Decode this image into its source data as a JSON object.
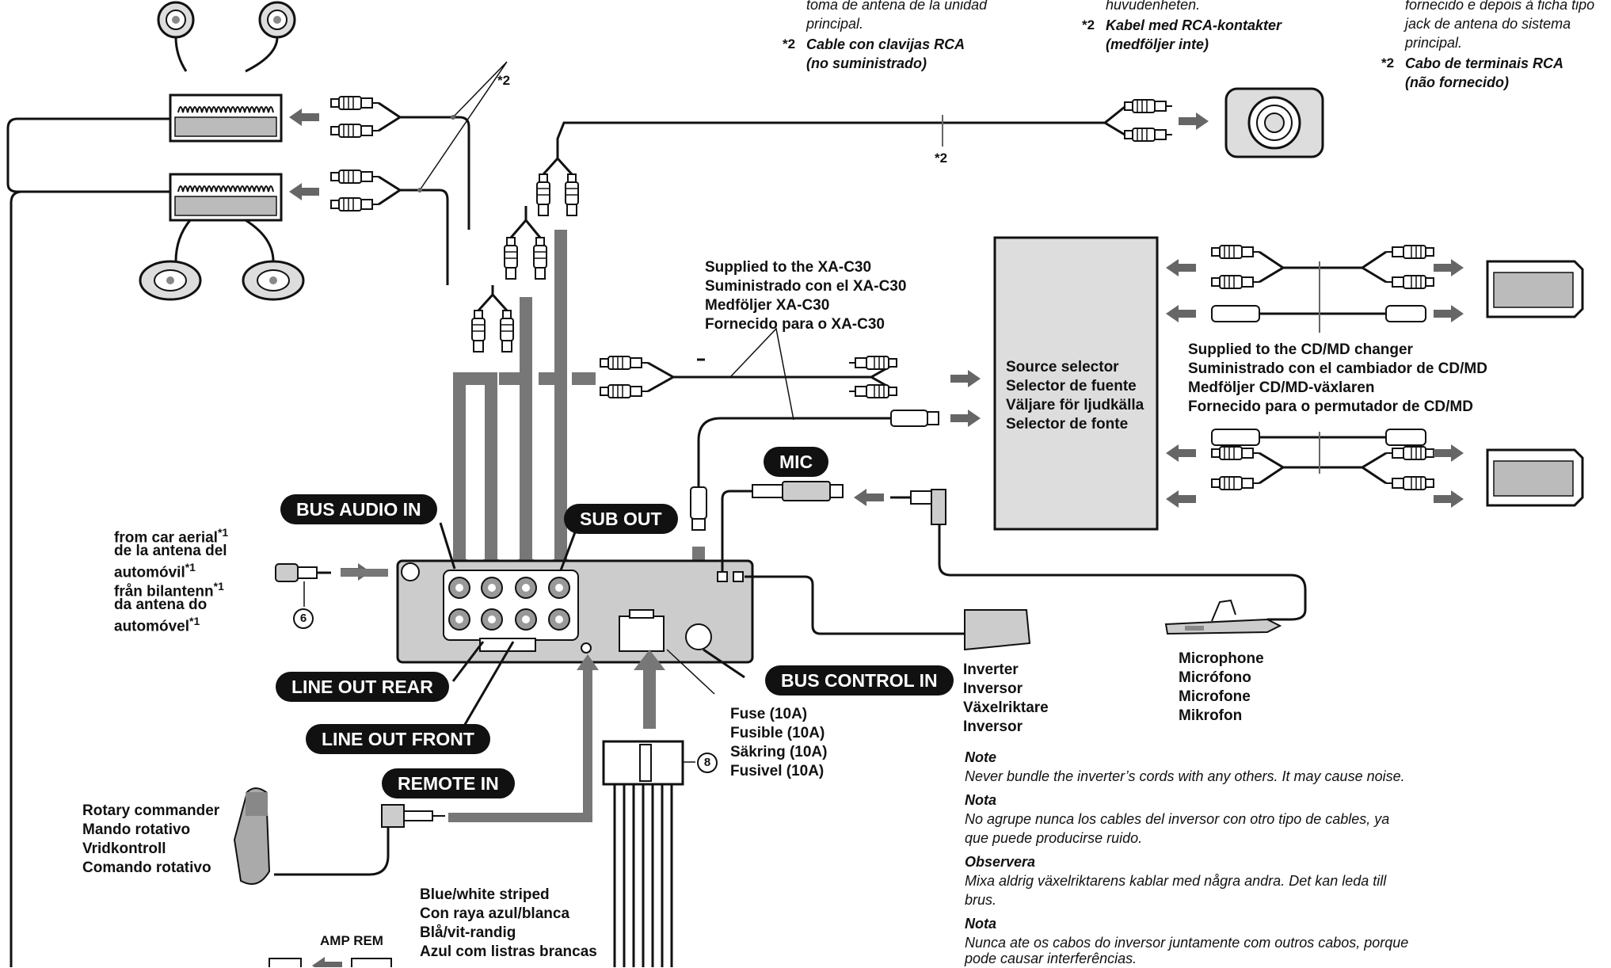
{
  "top_notes": {
    "es_line1": "toma de antena de la unidad",
    "es_line2": "principal.",
    "es_mark": "*2",
    "es_line3": "Cable con clavijas RCA",
    "es_line4": "(no suministrado)",
    "sv_line1": "huvudenheten.",
    "sv_mark": "*2",
    "sv_line2": "Kabel med RCA-kontakter",
    "sv_line3": "(medföljer inte)",
    "pt_line1": "fornecido e depois à ficha tipo",
    "pt_line2": "jack de antena do sistema",
    "pt_line3": "principal.",
    "pt_mark": "*2",
    "pt_line4": "Cabo de terminais RCA",
    "pt_line5": "(não fornecido)"
  },
  "star_marks": {
    "amp_cable": "*2",
    "sub_cable": "*2"
  },
  "xa_c30": [
    "Supplied to the XA-C30",
    "Suministrado con el XA-C30",
    "Medföljer XA-C30",
    "Fornecido para o XA-C30"
  ],
  "source_selector": [
    "Source selector",
    "Selector de fuente",
    "Väljare för ljudkälla",
    "Selector de fonte"
  ],
  "cdmd": [
    "Supplied to  the CD/MD changer",
    "Suministrado con el cambiador de CD/MD",
    "Medföljer CD/MD-växlaren",
    "Fornecido para o permutador de CD/MD"
  ],
  "aerial": {
    "lines": [
      "from car aerial",
      "de la antena del",
      "automóvil",
      "från bilantenn",
      "da antena do",
      "automóvel"
    ],
    "mark": "*1",
    "part_number": "6"
  },
  "pills": {
    "mic": "MIC",
    "bus_audio_in": "BUS AUDIO IN",
    "sub_out": "SUB OUT",
    "line_out_rear": "LINE OUT REAR",
    "line_out_front": "LINE OUT FRONT",
    "remote_in": "REMOTE IN",
    "bus_control_in": "BUS CONTROL IN"
  },
  "inverter": [
    "Inverter",
    "Inversor",
    "Växelriktare",
    "Inversor"
  ],
  "microphone": [
    "Microphone",
    "Micrófono",
    "Microfone",
    "Mikrofon"
  ],
  "fuse": [
    "Fuse (10A)",
    "Fusible (10A)",
    "Säkring (10A)",
    "Fusivel (10A)"
  ],
  "connector_part_number": "8",
  "rotary": [
    "Rotary commander",
    "Mando rotativo",
    "Vridkontroll",
    "Comando rotativo"
  ],
  "blue_white": [
    "Blue/white striped",
    "Con raya azul/blanca",
    "Blå/vit-randig",
    "Azul com listras brancas"
  ],
  "amp_rem": "AMP REM",
  "notes": [
    {
      "heading": "Note",
      "text": [
        "Never bundle the inverter’s cords with any others. It may cause noise."
      ]
    },
    {
      "heading": "Nota",
      "text": [
        "No agrupe nunca los cables del inversor con otro tipo de cables, ya",
        "que puede producirse ruido."
      ]
    },
    {
      "heading": "Observera",
      "text": [
        "Mixa aldrig växelriktarens kablar med några andra. Det kan leda till",
        "brus."
      ]
    },
    {
      "heading": "Nota",
      "text": [
        "Nunca ate os cabos do inversor juntamente com outros cabos, porque",
        "pode causar interferências."
      ]
    }
  ]
}
